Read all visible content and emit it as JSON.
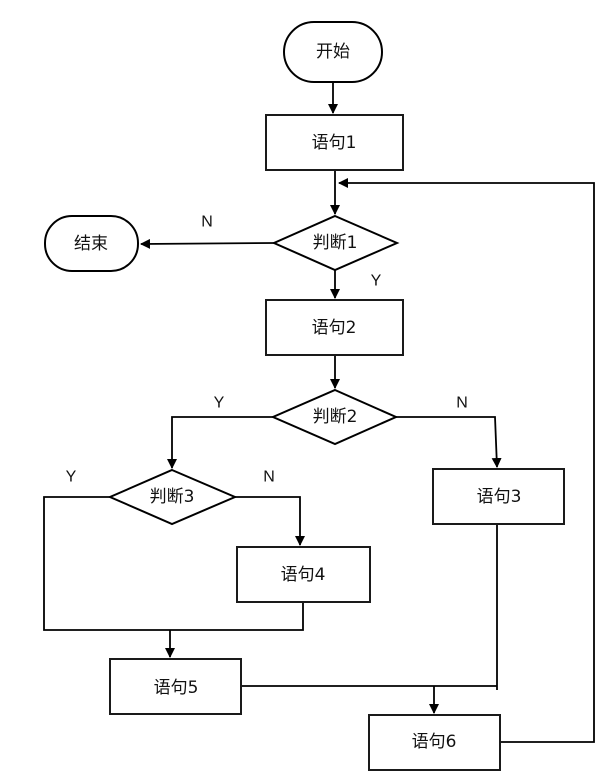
{
  "flowchart": {
    "nodes": {
      "start": {
        "type": "terminal",
        "label": "开始"
      },
      "stmt1": {
        "type": "process",
        "label": "语句1"
      },
      "cond1": {
        "type": "decision",
        "label": "判断1"
      },
      "end": {
        "type": "terminal",
        "label": "结束"
      },
      "stmt2": {
        "type": "process",
        "label": "语句2"
      },
      "cond2": {
        "type": "decision",
        "label": "判断2"
      },
      "stmt3": {
        "type": "process",
        "label": "语句3"
      },
      "cond3": {
        "type": "decision",
        "label": "判断3"
      },
      "stmt4": {
        "type": "process",
        "label": "语句4"
      },
      "stmt5": {
        "type": "process",
        "label": "语句5"
      },
      "stmt6": {
        "type": "process",
        "label": "语句6"
      }
    },
    "edges": [
      {
        "from": "start",
        "to": "stmt1",
        "label": ""
      },
      {
        "from": "stmt1",
        "to": "cond1",
        "label": ""
      },
      {
        "from": "cond1",
        "to": "end",
        "label": "N"
      },
      {
        "from": "cond1",
        "to": "stmt2",
        "label": "Y"
      },
      {
        "from": "stmt2",
        "to": "cond2",
        "label": ""
      },
      {
        "from": "cond2",
        "to": "cond3",
        "label": "Y"
      },
      {
        "from": "cond2",
        "to": "stmt3",
        "label": "N"
      },
      {
        "from": "cond3",
        "to": "stmt5",
        "label": "Y"
      },
      {
        "from": "cond3",
        "to": "stmt4",
        "label": "N"
      },
      {
        "from": "stmt4",
        "to": "stmt5",
        "label": ""
      },
      {
        "from": "stmt5",
        "to": "stmt6",
        "label": ""
      },
      {
        "from": "stmt3",
        "to": "stmt6",
        "label": ""
      },
      {
        "from": "stmt6",
        "to": "cond1",
        "label": ""
      }
    ],
    "branch_labels": {
      "cond1_no": "N",
      "cond1_yes": "Y",
      "cond2_yes": "Y",
      "cond2_no": "N",
      "cond3_yes": "Y",
      "cond3_no": "N"
    }
  }
}
